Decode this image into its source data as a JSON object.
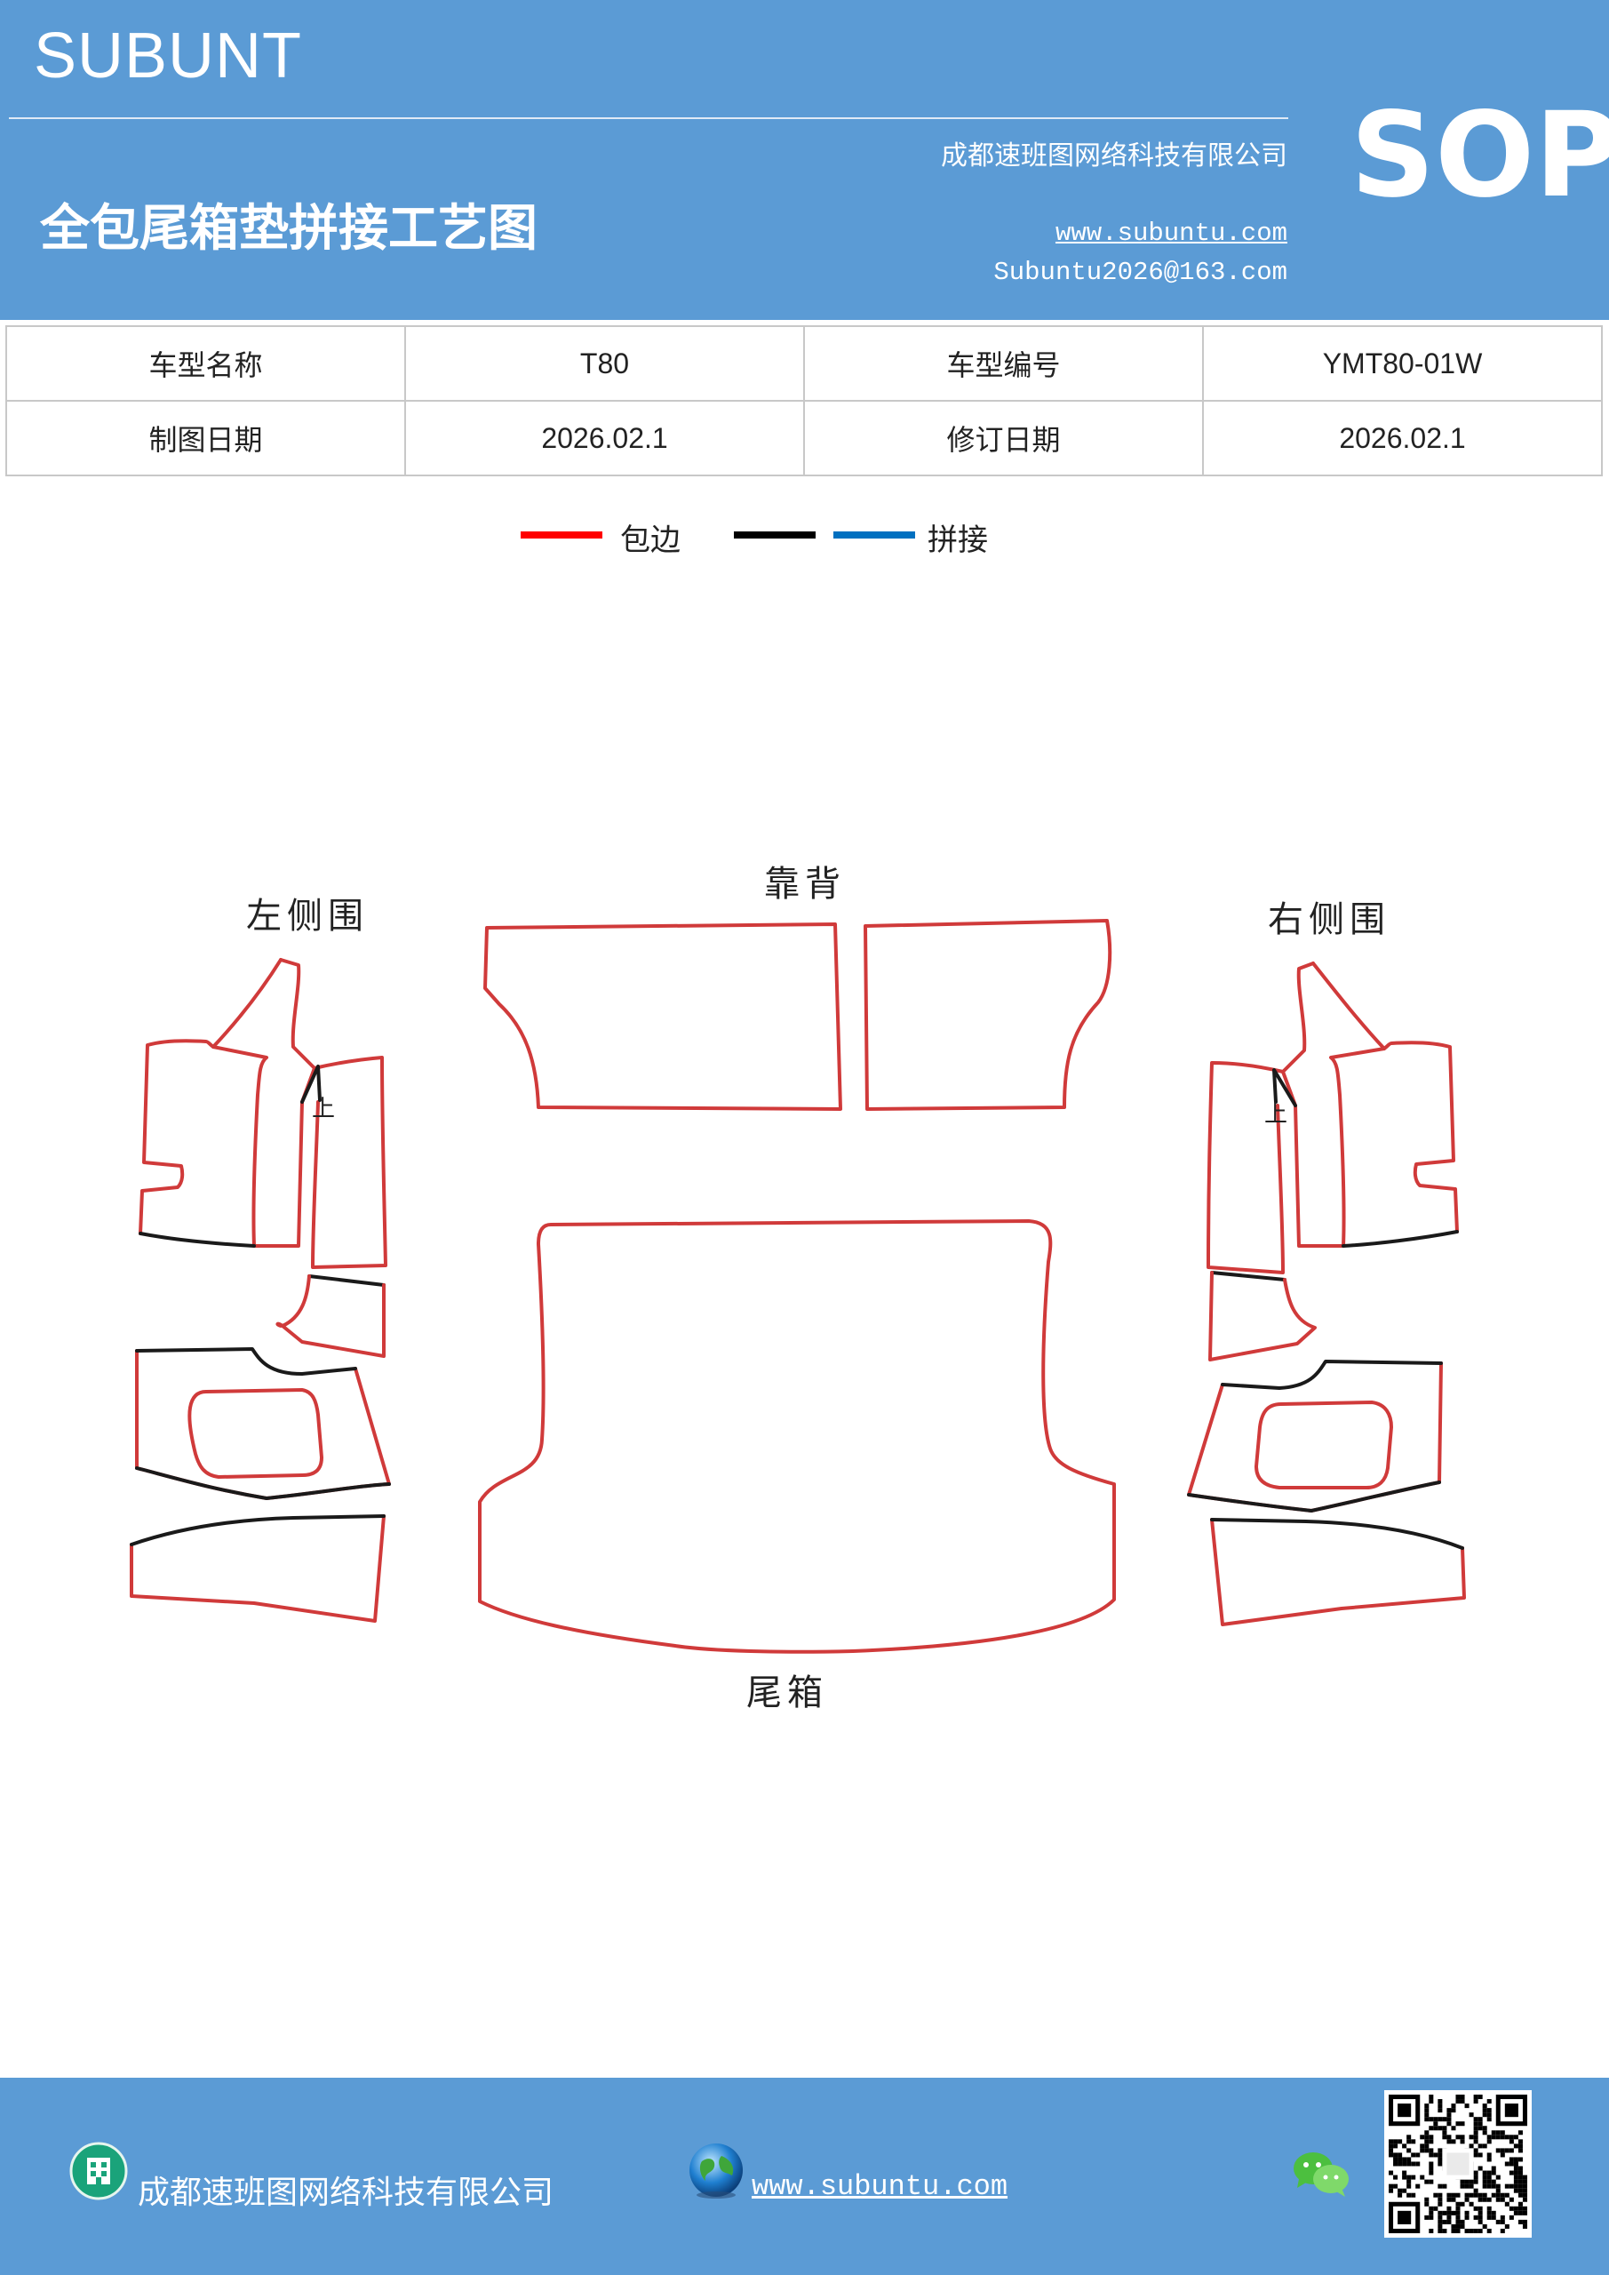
{
  "header": {
    "brand": "SUBUNT",
    "company": "成都速班图网络科技有限公司",
    "title": "全包尾箱垫拼接工艺图",
    "website": "www.subuntu.com",
    "email": "Subuntu2026@163.com",
    "badge": "SOP"
  },
  "info": {
    "model_name_label": "车型名称",
    "model_name": "T80",
    "model_code_label": "车型编号",
    "model_code": "YMT80-01W",
    "draw_date_label": "制图日期",
    "draw_date": "2026.02.1",
    "revise_date_label": "修订日期",
    "revise_date": "2026.02.1"
  },
  "legend": {
    "edge_label": "包边",
    "splice_label": "拼接",
    "edge_color": "#ff0000",
    "splice_colors": [
      "#000000",
      "#0070c0"
    ]
  },
  "diagram": {
    "left_panel": "左侧围",
    "back_panel": "靠背",
    "right_panel": "右侧围",
    "trunk_panel": "尾箱",
    "up_mark": "上",
    "outline_color": "#d03a3a",
    "seam_color": "#1a1a1a"
  },
  "footer": {
    "company": "成都速班图网络科技有限公司",
    "website": "www.subuntu.com"
  },
  "icons": [
    "building-icon",
    "globe-icon",
    "wechat-icon",
    "qr-code"
  ]
}
